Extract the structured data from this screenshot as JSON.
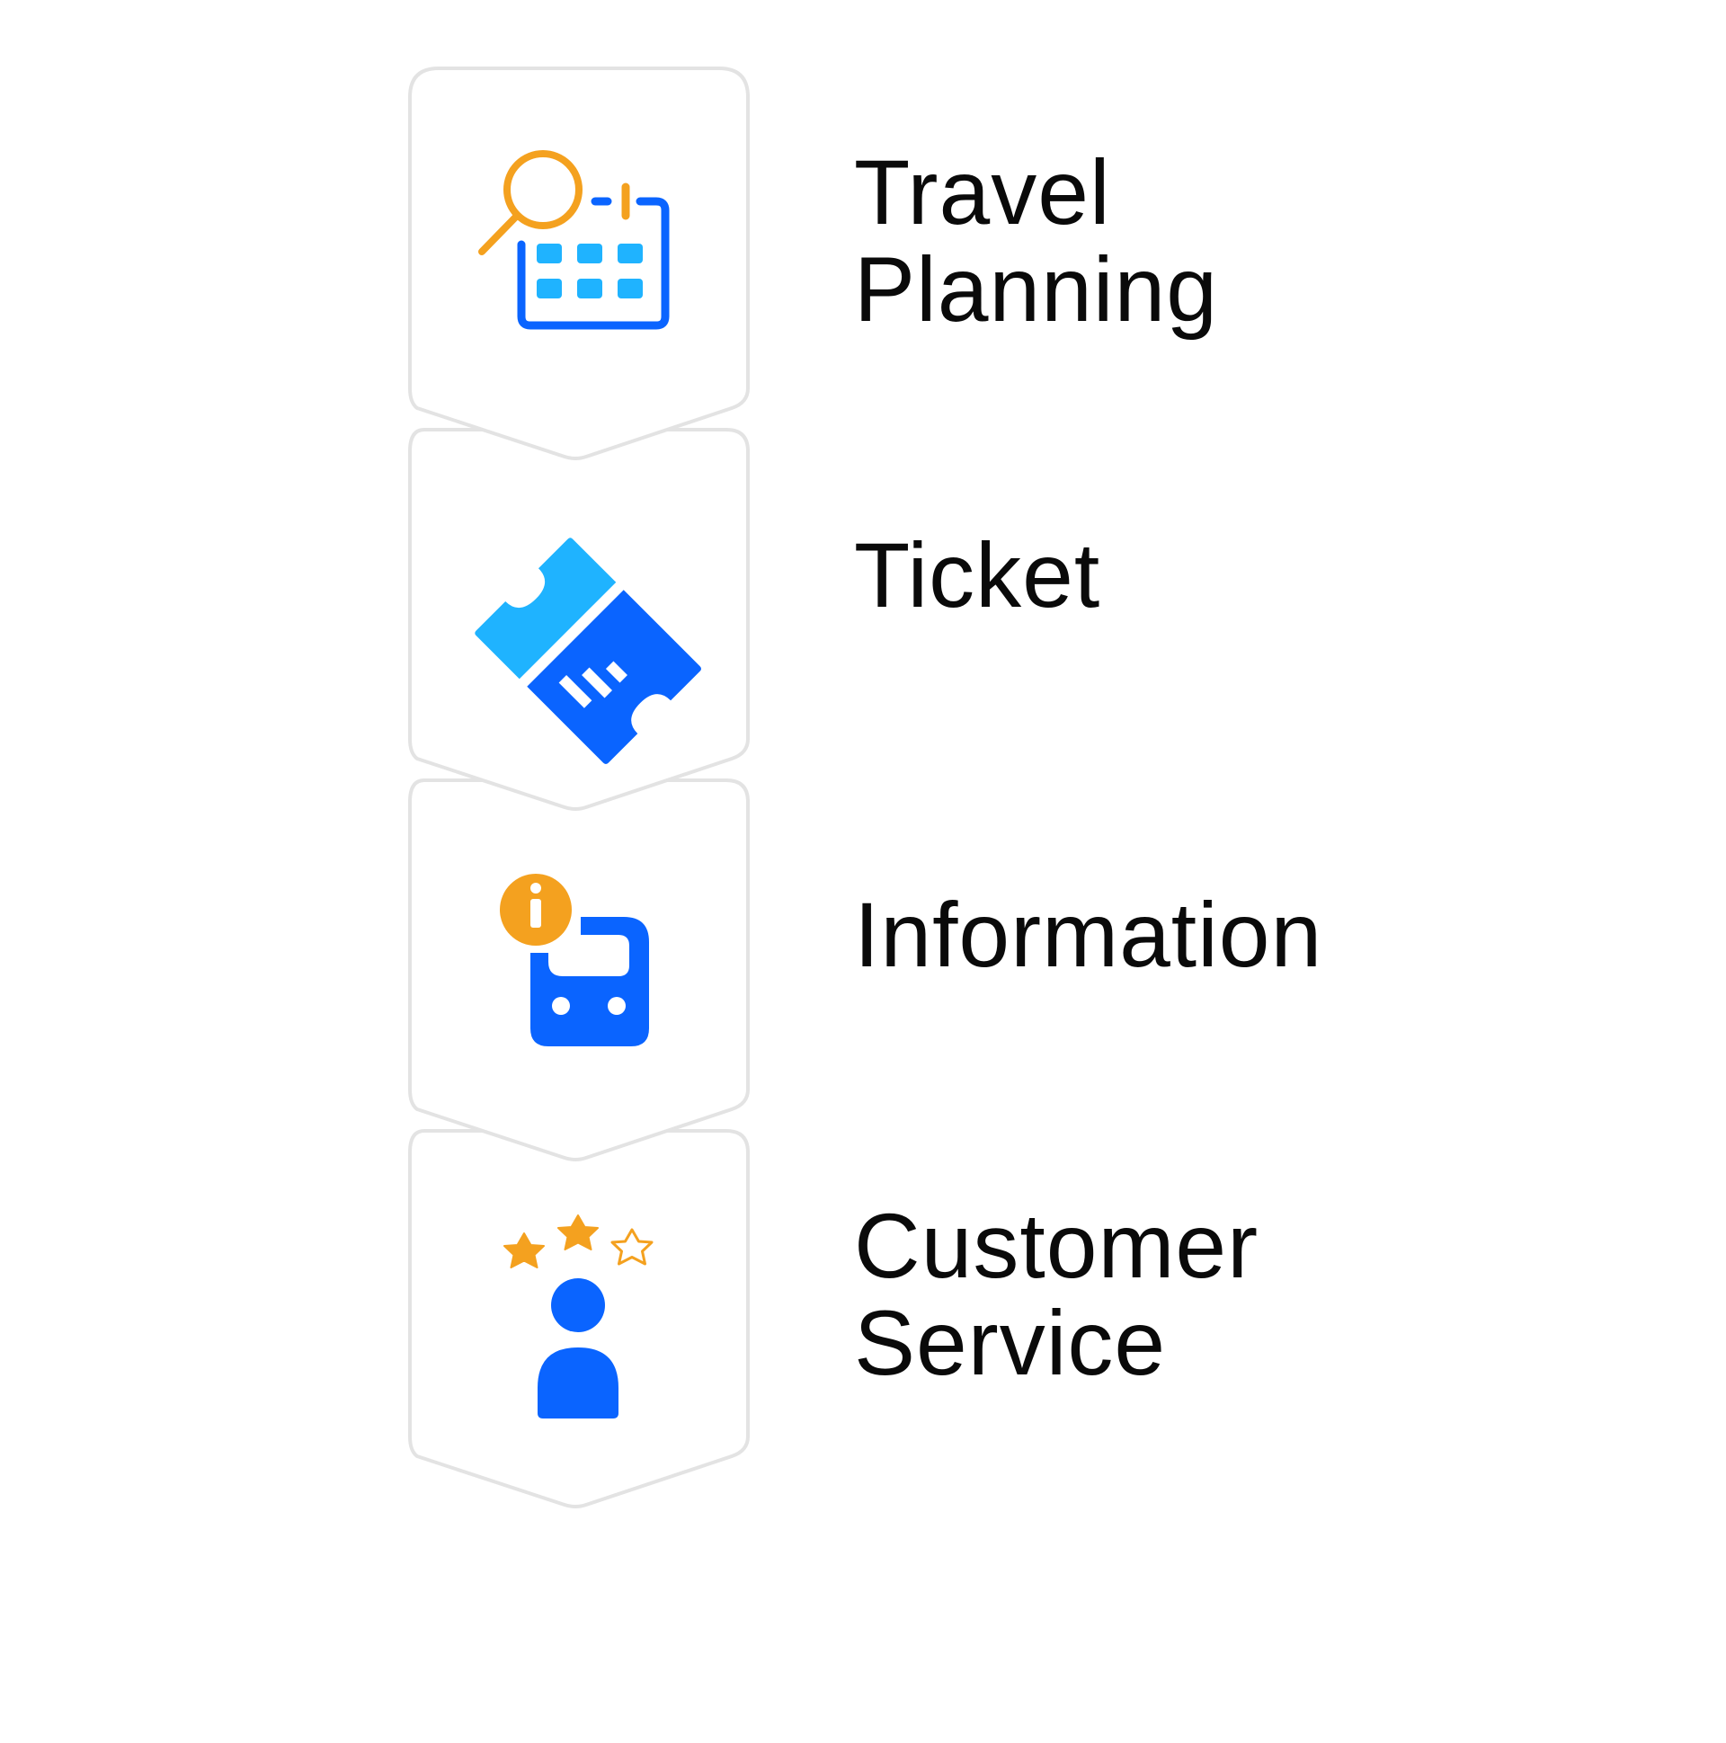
{
  "steps": [
    {
      "label_lines": [
        "Travel",
        "Planning"
      ],
      "icon": "calendar-search-icon"
    },
    {
      "label_lines": [
        "Ticket"
      ],
      "icon": "ticket-icon"
    },
    {
      "label_lines": [
        "Information"
      ],
      "icon": "bus-info-icon"
    },
    {
      "label_lines": [
        "Customer",
        "Service"
      ],
      "icon": "customer-rating-icon",
      "rating": {
        "filled": 2,
        "total": 3
      }
    }
  ],
  "colors": {
    "chevron_stroke": "#e3e3e3",
    "primary_blue": "#0a64ff",
    "light_blue": "#1fb3ff",
    "accent_orange": "#f4a11f",
    "text": "#0a0a0a"
  }
}
